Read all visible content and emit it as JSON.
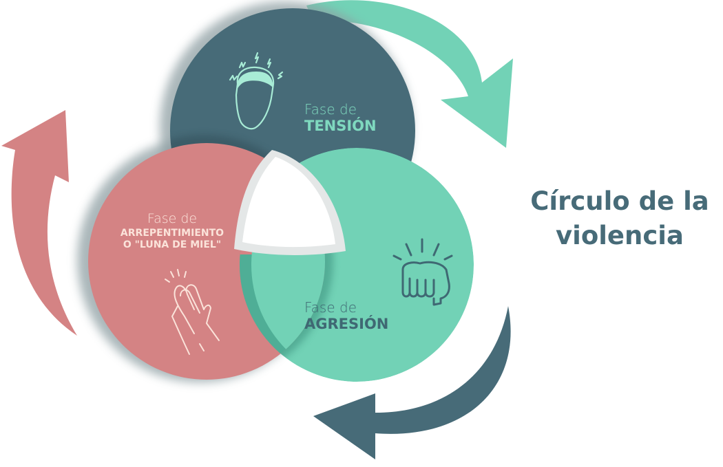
{
  "title": {
    "line1": "Círculo de la",
    "line2": "violencia"
  },
  "colors": {
    "tension": "#476b78",
    "agresion": "#72d2b6",
    "arrepentimiento": "#d48384",
    "arrow_teal": "#72d2b6",
    "arrow_dark": "#476b78",
    "arrow_pink": "#d48384",
    "title": "#476b78"
  },
  "phases": [
    {
      "id": "tension",
      "prefix": "Fase de",
      "name": "TENSIÓN",
      "icon": "stressed-head-icon",
      "text_color": "#7fd9bf"
    },
    {
      "id": "agresion",
      "prefix": "Fase de",
      "name": "AGRESIÓN",
      "icon": "fist-punch-icon",
      "text_color": "#3f6873"
    },
    {
      "id": "arrepentimiento",
      "prefix": "Fase de",
      "name_line1": "ARREPENTIMIENTO",
      "name_line2": "O \"LUNA DE MIEL\"",
      "icon": "praying-hands-icon",
      "text_color": "#fbe3da"
    }
  ],
  "arrows": [
    {
      "id": "arrow-tension-to-agresion",
      "direction": "clockwise-down-right"
    },
    {
      "id": "arrow-agresion-to-arrepentimiento",
      "direction": "clockwise-down-left"
    },
    {
      "id": "arrow-arrepentimiento-to-tension",
      "direction": "clockwise-up-left"
    }
  ]
}
